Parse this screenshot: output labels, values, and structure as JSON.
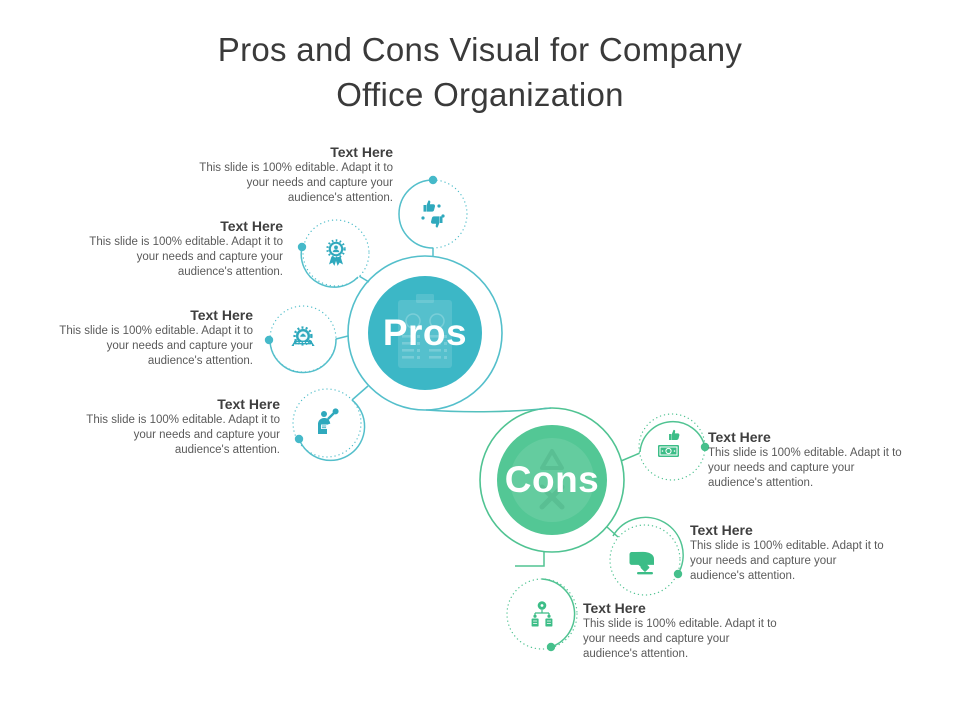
{
  "slide": {
    "title_line1": "Pros and Cons Visual for Company",
    "title_line2": "Office Organization"
  },
  "colors": {
    "teal": "#3cb7c6",
    "teal_line": "#54bfcb",
    "teal_icon": "#2fa9bd",
    "green": "#53c795",
    "green_line": "#50c392",
    "green_icon": "#3cbd87",
    "title_text": "#3a3a3a",
    "body_text": "#5a5a5a"
  },
  "pros": {
    "label": "Pros",
    "items": [
      {
        "heading": "Text Here",
        "body": "This slide is 100% editable. Adapt it to your needs and capture your audience's attention.",
        "icon": "thumbs-feedback-icon"
      },
      {
        "heading": "Text Here",
        "body": "This slide is 100% editable. Adapt it to your needs and capture your audience's attention.",
        "icon": "award-ribbon-icon"
      },
      {
        "heading": "Text Here",
        "body": "This slide is 100% editable. Adapt it to your needs and capture your audience's attention.",
        "icon": "gear-machinery-icon"
      },
      {
        "heading": "Text Here",
        "body": "This slide is 100% editable. Adapt it to your needs and capture your audience's attention.",
        "icon": "person-celebrating-icon"
      }
    ]
  },
  "cons": {
    "label": "Cons",
    "items": [
      {
        "heading": "Text Here",
        "body": "This slide is 100% editable. Adapt it to your needs and capture your audience's attention.",
        "icon": "thumb-up-money-icon"
      },
      {
        "heading": "Text Here",
        "body": "This slide is 100% editable. Adapt it to your needs and capture your audience's attention.",
        "icon": "hand-donation-icon"
      },
      {
        "heading": "Text Here",
        "body": "This slide is 100% editable. Adapt it to your needs and capture your audience's attention.",
        "icon": "org-hierarchy-money-icon"
      }
    ]
  }
}
